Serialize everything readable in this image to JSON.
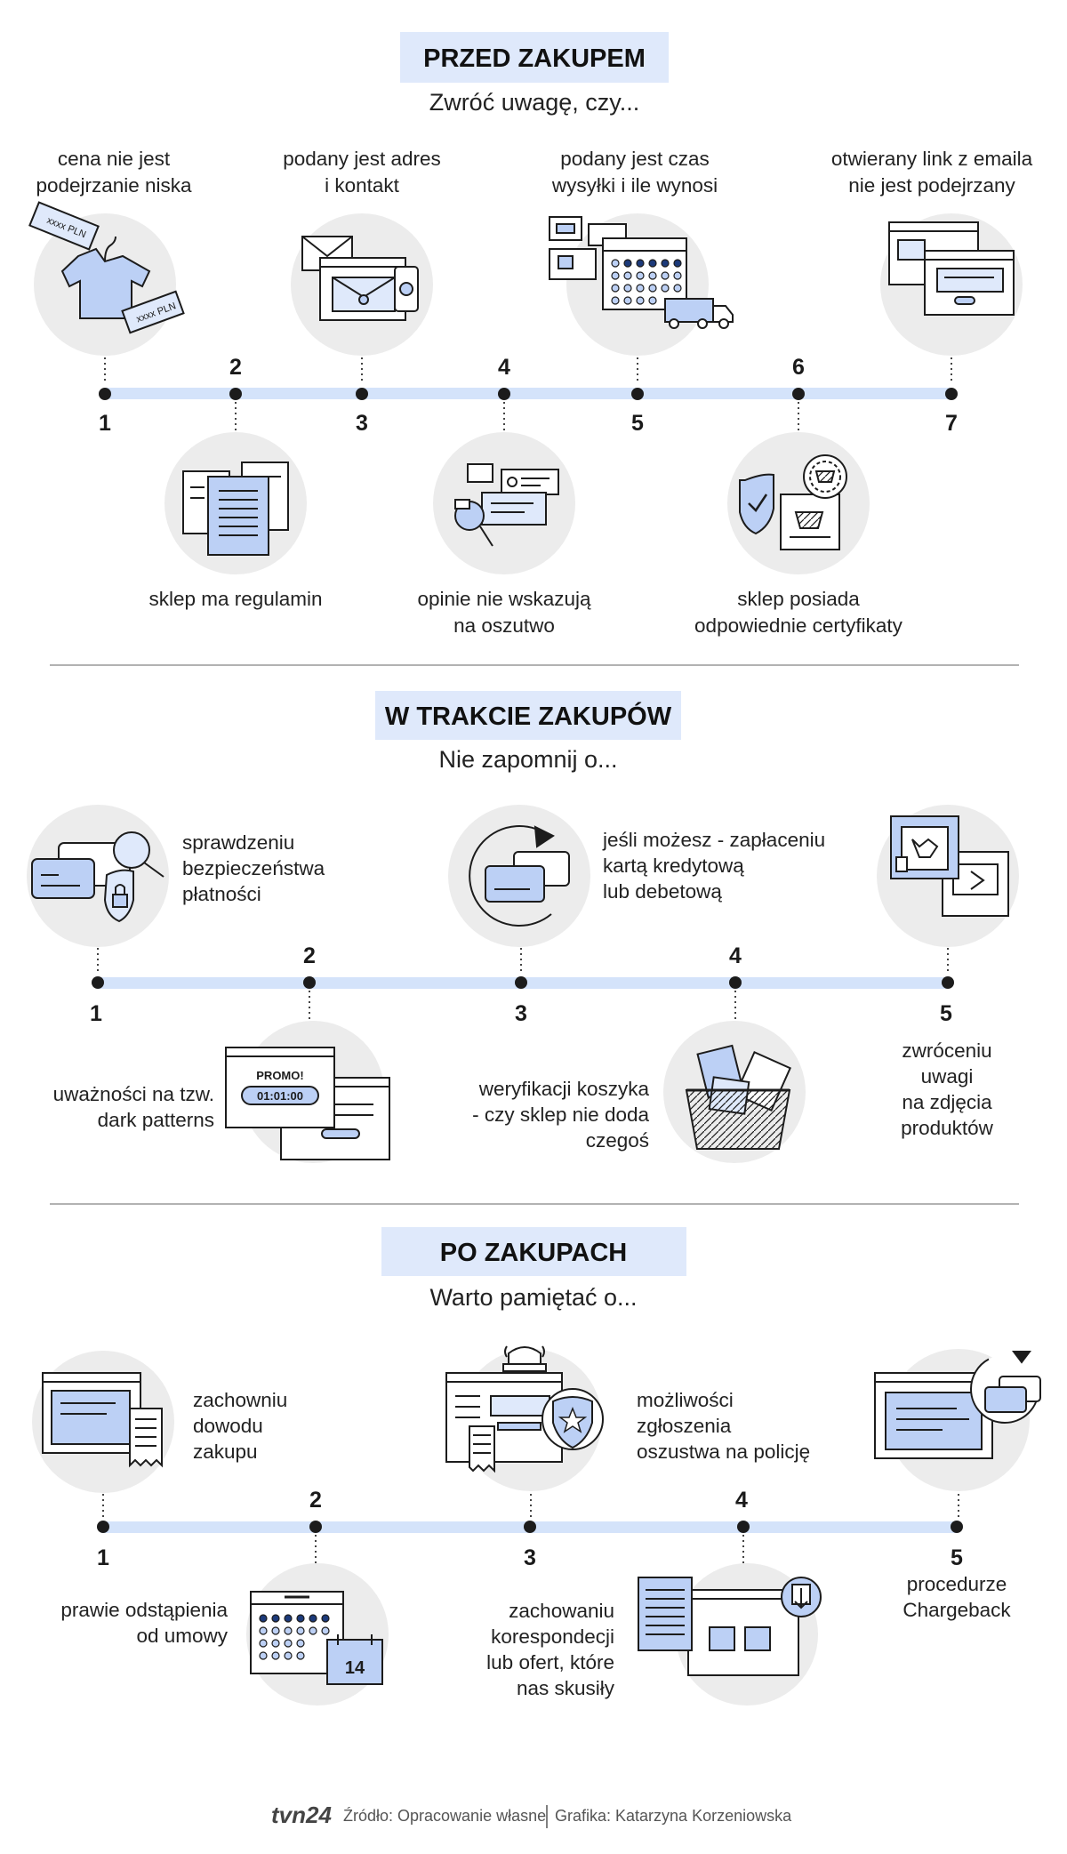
{
  "colors": {
    "accent_light": "#dfe9fb",
    "accent_fill": "#bcd0f5",
    "accent_line": "#d4e3fa",
    "circle_bg": "#ececec",
    "ink": "#1c1c1c"
  },
  "sections": [
    {
      "title": "PRZED ZAKUPEM",
      "subtitle": "Zwróć uwagę, czy...",
      "steps": [
        {
          "number": "1",
          "label": [
            "cena nie jest",
            "podejrzanie niska"
          ],
          "icon": "price-tag-icon"
        },
        {
          "number": "2",
          "label": [
            "sklep ma regulamin"
          ],
          "icon": "document-rules-icon"
        },
        {
          "number": "3",
          "label": [
            "podany jest adres",
            "i kontakt"
          ],
          "icon": "contact-address-icon"
        },
        {
          "number": "4",
          "label": [
            "opinie nie wskazują",
            "na oszutwo"
          ],
          "icon": "reviews-magnifier-icon"
        },
        {
          "number": "5",
          "label": [
            "podany jest czas",
            "wysyłki i ile wynosi"
          ],
          "icon": "delivery-calendar-icon"
        },
        {
          "number": "6",
          "label": [
            "sklep posiada",
            "odpowiednie certyfikaty"
          ],
          "icon": "certificate-shield-icon"
        },
        {
          "number": "7",
          "label": [
            "otwierany link z emaila",
            "nie jest podejrzany"
          ],
          "icon": "email-link-windows-icon"
        }
      ]
    },
    {
      "title": "W TRAKCIE ZAKUPÓW",
      "subtitle": "Nie zapomnij o...",
      "steps": [
        {
          "number": "1",
          "label": [
            "sprawdzeniu",
            "bezpieczeństwa",
            "płatności"
          ],
          "icon": "payment-security-icon"
        },
        {
          "number": "2",
          "label": [
            "uważności na tzw.",
            "dark patterns"
          ],
          "icon": "promo-timer-icon",
          "promo_text": "PROMO!",
          "timer_text": "01:01:00"
        },
        {
          "number": "3",
          "label": [
            "jeśli możesz - zapłaceniu",
            "kartą kredytową",
            "lub debetową"
          ],
          "icon": "card-refresh-icon"
        },
        {
          "number": "4",
          "label": [
            "weryfikacji koszyka",
            "- czy sklep nie doda",
            "czegoś"
          ],
          "icon": "shopping-basket-icon"
        },
        {
          "number": "5",
          "label": [
            "zwróceniu",
            "uwagi",
            "na zdjęcia",
            "produktów"
          ],
          "icon": "product-photos-icon"
        }
      ]
    },
    {
      "title": "PO ZAKUPACH",
      "subtitle": "Warto pamiętać o...",
      "steps": [
        {
          "number": "1",
          "label": [
            "zachowniu",
            "dowodu",
            "zakupu"
          ],
          "icon": "receipt-window-icon"
        },
        {
          "number": "2",
          "label": [
            "prawie odstąpienia",
            "od umowy"
          ],
          "icon": "calendar-14-icon",
          "calendar_day": "14"
        },
        {
          "number": "3",
          "label": [
            "możliwości",
            "zgłoszenia",
            "oszustwa na policję"
          ],
          "icon": "police-badge-icon"
        },
        {
          "number": "4",
          "label": [
            "zachowaniu",
            "korespondecji",
            "lub ofert, które",
            "nas skusiły"
          ],
          "icon": "download-documents-icon"
        },
        {
          "number": "5",
          "label": [
            "procedurze",
            "Chargeback"
          ],
          "icon": "chargeback-card-icon"
        }
      ]
    }
  ],
  "footer": {
    "logo": "tvn24",
    "source": "Źródło: Opracowanie własne",
    "author": "Grafika: Katarzyna Korzeniowska"
  }
}
